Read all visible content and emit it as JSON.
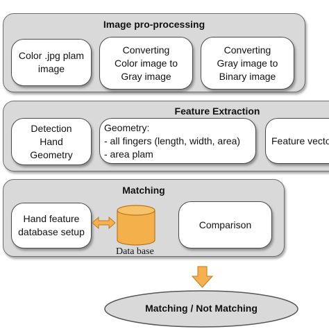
{
  "preprocessing": {
    "title": "Image pro-processing",
    "boxes": [
      {
        "lines": [
          "Color .jpg plam",
          "image"
        ]
      },
      {
        "lines": [
          "Converting",
          "Color image to",
          "Gray image"
        ]
      },
      {
        "lines": [
          "Converting",
          "Gray image to",
          "Binary  image"
        ]
      }
    ]
  },
  "feature_extraction": {
    "title": "Feature Extraction",
    "boxes": [
      {
        "lines": [
          "Detection",
          "Hand",
          "Geometry"
        ]
      },
      {
        "lines": [
          "Geometry:",
          "- all fingers (length, width, area)",
          "- area plam"
        ]
      },
      {
        "lines": [
          "Feature vecto"
        ]
      }
    ]
  },
  "matching": {
    "title": "Matching",
    "database_setup": {
      "lines": [
        "Hand feature",
        "database setup"
      ]
    },
    "database_label": "Data base",
    "comparison": "Comparison"
  },
  "result": "Matching / Not Matching",
  "colors": {
    "panel": "#d9d9d9",
    "arrow": "#f6b04f",
    "database": "#f4b04a",
    "ellipse": "#d9d9d9"
  }
}
